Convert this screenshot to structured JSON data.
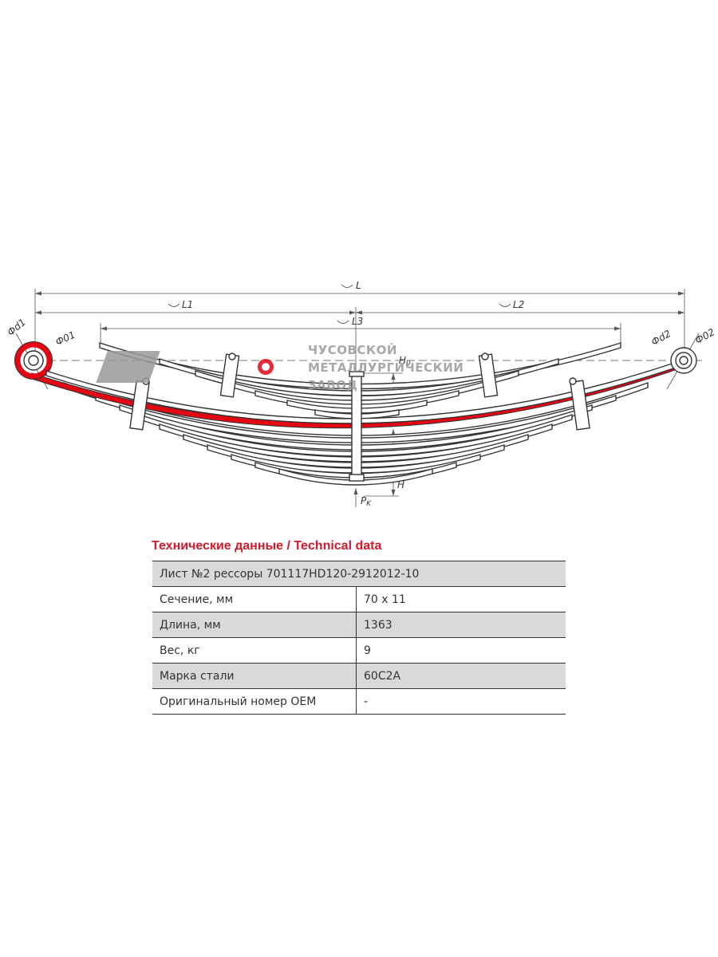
{
  "drawing": {
    "dimensions": {
      "L": "L",
      "L1": "L1",
      "L2": "L2",
      "L3": "L3",
      "H0": "H",
      "H0_sub": "0",
      "H": "H",
      "Pk": "P",
      "Pk_sub": "K",
      "d1": "Фd1",
      "D1": "Ф01",
      "d2": "Фd2",
      "D2": "Ф02"
    },
    "watermark": {
      "line1": "ЧУСОВСКОЙ",
      "line2": "МЕТАЛЛУРГИЧЕСКИЙ",
      "line3": "ЗАВОД",
      "color": "#9a9a9a",
      "accent": "#e30613"
    },
    "highlight_color": "#e30613"
  },
  "table": {
    "title": "Технические данные / Technical data",
    "header": "Лист №2 рессоры 701117НD120-2912012-10",
    "rows": [
      {
        "label": "Сечение, мм",
        "value": "70 x 11"
      },
      {
        "label": "Длина, мм",
        "value": "1363"
      },
      {
        "label": "Вес, кг",
        "value": "9"
      },
      {
        "label": "Марка стали",
        "value": "60С2А"
      },
      {
        "label": "Оригинальный номер ОЕМ",
        "value": "-"
      }
    ]
  }
}
